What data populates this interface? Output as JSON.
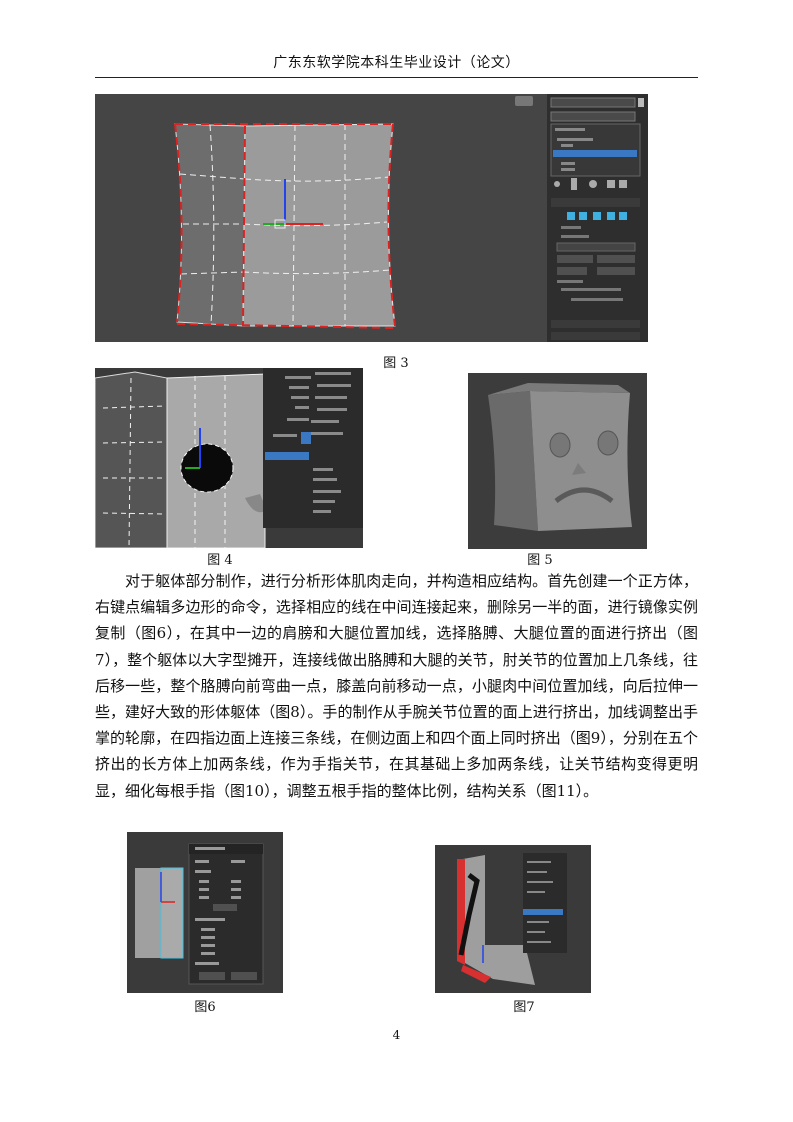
{
  "header": {
    "title": "广东东软学院本科生毕业设计（论文）"
  },
  "figures": {
    "fig3": {
      "caption": "图 3"
    },
    "fig4": {
      "caption": "图 4"
    },
    "fig5": {
      "caption": "图 5"
    },
    "fig6": {
      "caption": "图6"
    },
    "fig7": {
      "caption": "图7"
    }
  },
  "body": {
    "paragraph": "对于躯体部分制作，进行分析形体肌肉走向，并构造相应结构。首先创建一个正方体，右键点编辑多边形的命令，选择相应的线在中间连接起来，删除另一半的面，进行镜像实例复制（图6），在其中一边的肩膀和大腿位置加线，选择胳膊、大腿位置的面进行挤出（图7），整个躯体以大字型摊开，连接线做出胳膊和大腿的关节，肘关节的位置加上几条线，往后移一些，整个胳膊向前弯曲一点，膝盖向前移动一点，小腿肉中间位置加线，向后拉伸一些，建好大致的形体躯体（图8）。手的制作从手腕关节位置的面上进行挤出，加线调整出手掌的轮廓，在四指边面上连接三条线，在侧边面上和四个面上同时挤出（图9），分别在五个挤出的长方体上加两条线，作为手指关节，在其基础上多加两条线，让关节结构变得更明显，细化每根手指（图10），调整五根手指的整体比例，结构关系（图11）。"
  },
  "page": {
    "number": "4"
  }
}
